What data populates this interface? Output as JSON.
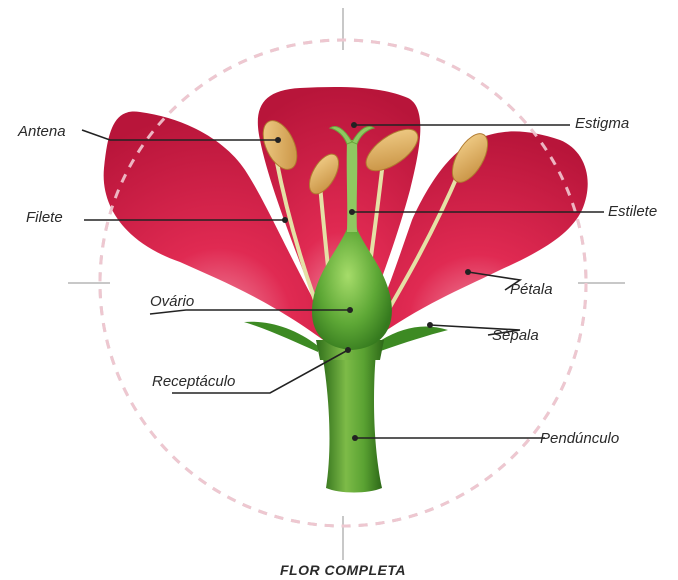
{
  "labels": {
    "antena": "Antena",
    "filete": "Filete",
    "ovario": "Ovário",
    "receptaculo": "Receptáculo",
    "estigma": "Estigma",
    "estilete": "Estilete",
    "petala": "Pétala",
    "sepala": "Sépala",
    "pedunculo": "Pendúnculo"
  },
  "caption": "FLOR COMPLETA",
  "colors": {
    "petal": "#d8204a",
    "petal_dark": "#a8102f",
    "stem": "#4f9a2c",
    "stem_light": "#8cc65a",
    "anther": "#e2b567",
    "filament": "#e8e3a8",
    "guide_circle": "#c8c8c8"
  }
}
